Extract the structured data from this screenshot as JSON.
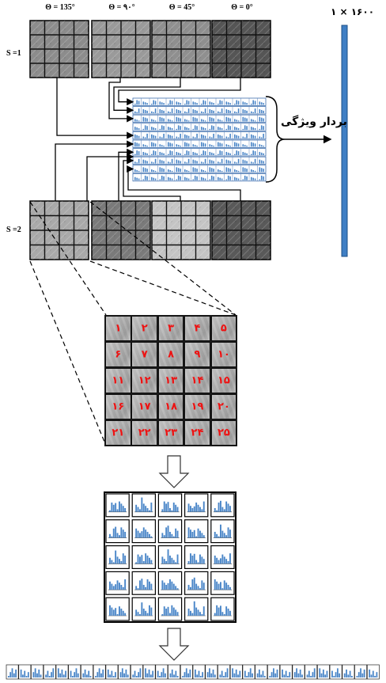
{
  "angles": [
    "Θ = 135°",
    "Θ = ۹۰°",
    "Θ = 45°",
    "Θ = 0°"
  ],
  "scales": [
    "S =1",
    "S =2"
  ],
  "feature_vector_label": "بردار ویژگی",
  "feature_vector_dim": "۱ × ۱۶۰۰",
  "grid_numbers": [
    "۱",
    "۲",
    "۳",
    "۴",
    "۵",
    "۶",
    "۷",
    "۸",
    "۹",
    "۱۰",
    "۱۱",
    "۱۲",
    "۱۳",
    "۱۴",
    "۱۵",
    "۱۶",
    "۱۷",
    "۱۸",
    "۱۹",
    "۲۰",
    "۲۱",
    "۲۲",
    "۲۳",
    "۲۴",
    "۲۵"
  ],
  "colors": {
    "feature_bar": "#3f7fc4",
    "histogram_bar": "#4a86c8",
    "grid_number": "#ee1111",
    "vector_row_border": "#3f6fae"
  },
  "icons": [
    "down-arrow-icon",
    "down-arrow-icon"
  ]
}
